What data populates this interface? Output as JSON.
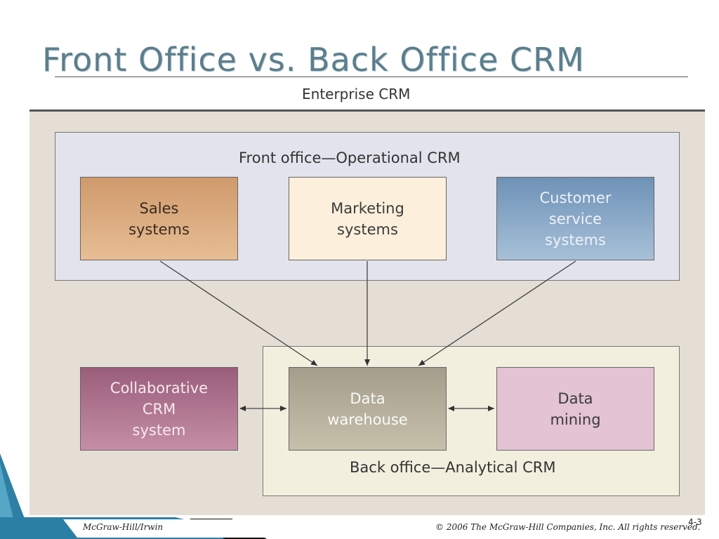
{
  "slide": {
    "title": "Front Office vs. Back Office CRM",
    "subtitle": "Enterprise CRM"
  },
  "diagram": {
    "front_panel_label": "Front office—Operational CRM",
    "back_panel_label": "Back office—Analytical CRM",
    "boxes": {
      "sales": "Sales\nsystems",
      "marketing": "Marketing\nsystems",
      "service": "Customer\nservice\nsystems",
      "collab": "Collaborative\nCRM\nsystem",
      "warehouse": "Data\nwarehouse",
      "mining": "Data\nmining"
    },
    "edges": [
      {
        "from": "Sales systems",
        "to": "Data warehouse",
        "direction": "one-way"
      },
      {
        "from": "Marketing systems",
        "to": "Data warehouse",
        "direction": "one-way"
      },
      {
        "from": "Customer service systems",
        "to": "Data warehouse",
        "direction": "one-way"
      },
      {
        "from": "Collaborative CRM system",
        "to": "Data warehouse",
        "direction": "two-way"
      },
      {
        "from": "Data warehouse",
        "to": "Data mining",
        "direction": "two-way"
      }
    ]
  },
  "footer": {
    "publisher": "McGraw-Hill/Irwin",
    "copyright": "© 2006  The McGraw-Hill Companies, Inc. All rights reserved.",
    "page_number": "4-3"
  },
  "colors": {
    "title": "#5b7e8c",
    "canvas": "#e5ded5",
    "front_panel": "#e2e3ec",
    "back_panel": "#f2efdf",
    "sales": "#d9a77c",
    "marketing": "#fcf0dc",
    "service": "#8aa8c8",
    "collab": "#b27793",
    "warehouse": "#b5ae9b",
    "mining": "#e3c3d4"
  }
}
